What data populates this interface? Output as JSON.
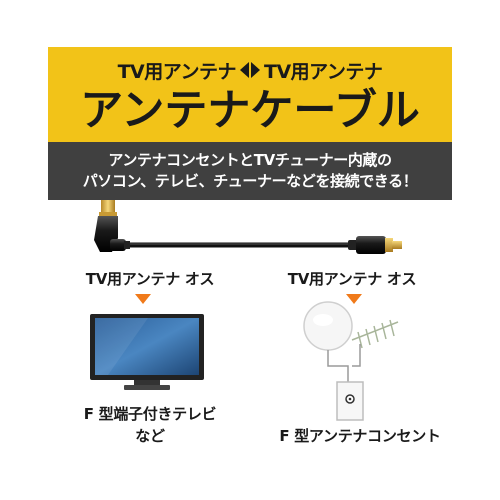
{
  "header": {
    "connector_left": "TV用アンテナ",
    "connector_right": "TV用アンテナ",
    "product_name": "アンテナケーブル",
    "accent_color": "#f2c318"
  },
  "caption": {
    "line1": "アンテナコンセントとTVチューナー内蔵の",
    "line2": "パソコン、テレビ、チューナーなどを接続できる！",
    "background_color": "#404040"
  },
  "left_end": {
    "connector_label": "TV用アンテナ オス",
    "device_line1": "F 型端子付きテレビ",
    "device_line2": "など",
    "device_icon": "television-icon"
  },
  "right_end": {
    "connector_label": "TV用アンテナ オス",
    "device_line1": "F 型アンテナコンセント",
    "device_icon": "antenna-outlet-icon"
  },
  "arrow_color": "#f07a1a"
}
